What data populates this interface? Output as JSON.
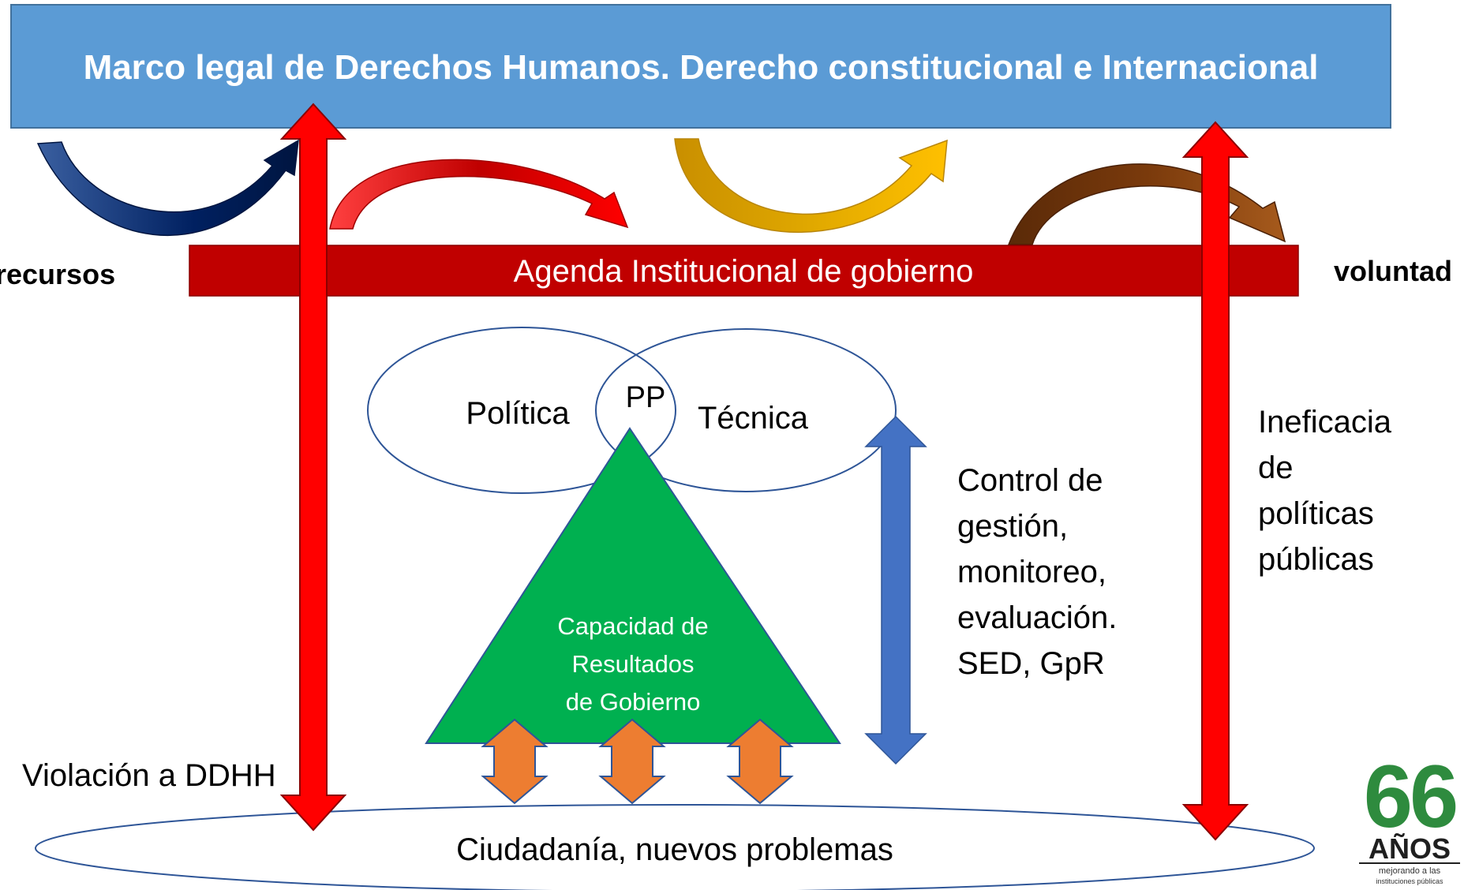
{
  "header": {
    "title": "Marco legal de Derechos Humanos. Derecho constitucional e Internacional"
  },
  "agenda": {
    "label": "Agenda Institucional de gobierno"
  },
  "side_labels": {
    "left": "recursos",
    "right": "voluntad"
  },
  "venn": {
    "left": "Política",
    "center": "PP",
    "right": "Técnica"
  },
  "triangle": {
    "lines": [
      "Capacidad de",
      "Resultados",
      "de Gobierno"
    ]
  },
  "control": {
    "lines": [
      "Control de",
      "gestión,",
      "monitoreo,",
      "evaluación.",
      "SED, GpR"
    ]
  },
  "ineficacia": {
    "lines": [
      "Ineficacia",
      "de",
      "políticas",
      "públicas"
    ]
  },
  "violacion": {
    "label": "Violación a DDHH"
  },
  "ciudadania": {
    "label": "Ciudadanía, nuevos problemas"
  },
  "logo": {
    "number": "66",
    "word": "AÑOS",
    "tagline_1": "mejorando a las",
    "tagline_2": "instituciones públicas"
  },
  "colors": {
    "header_fill": "#5b9bd5",
    "agenda_fill": "#c00000",
    "red_arrow": "#ff0000",
    "triangle_fill": "#00b050",
    "blue_arrow": "#4472c4",
    "orange_arrow": "#ed7d31",
    "navy_arrow": "#002060",
    "gold_arrow": "#ffc000",
    "brown_arrow": "#843c0c",
    "logo_green": "#2e8b3e"
  }
}
